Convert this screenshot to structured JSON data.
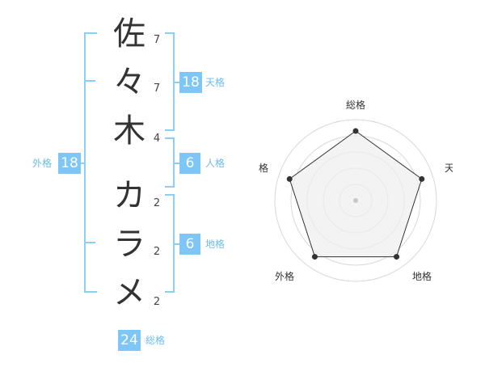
{
  "name_chars": [
    {
      "char": "佐",
      "strokes": "7"
    },
    {
      "char": "々",
      "strokes": "7"
    },
    {
      "char": "木",
      "strokes": "4"
    },
    {
      "char": "カ",
      "strokes": "2"
    },
    {
      "char": "ラ",
      "strokes": "2"
    },
    {
      "char": "メ",
      "strokes": "2"
    }
  ],
  "scores": {
    "tenkaku": {
      "label": "天格",
      "value": "18"
    },
    "jinkaku": {
      "label": "人格",
      "value": "6"
    },
    "chikaku": {
      "label": "地格",
      "value": "6"
    },
    "gaikaku": {
      "label": "外格",
      "value": "18"
    },
    "soukaku": {
      "label": "総格",
      "value": "24"
    }
  },
  "radar": {
    "axes": [
      "総格",
      "天格",
      "地格",
      "外格",
      "人格"
    ],
    "levels": [
      0.86,
      0.86,
      0.86,
      0.86,
      0.86
    ],
    "colors": {
      "fill": "#eeeeee",
      "ring": "#d9d9d9",
      "line": "#333333",
      "center": "#c8c8c8"
    }
  }
}
